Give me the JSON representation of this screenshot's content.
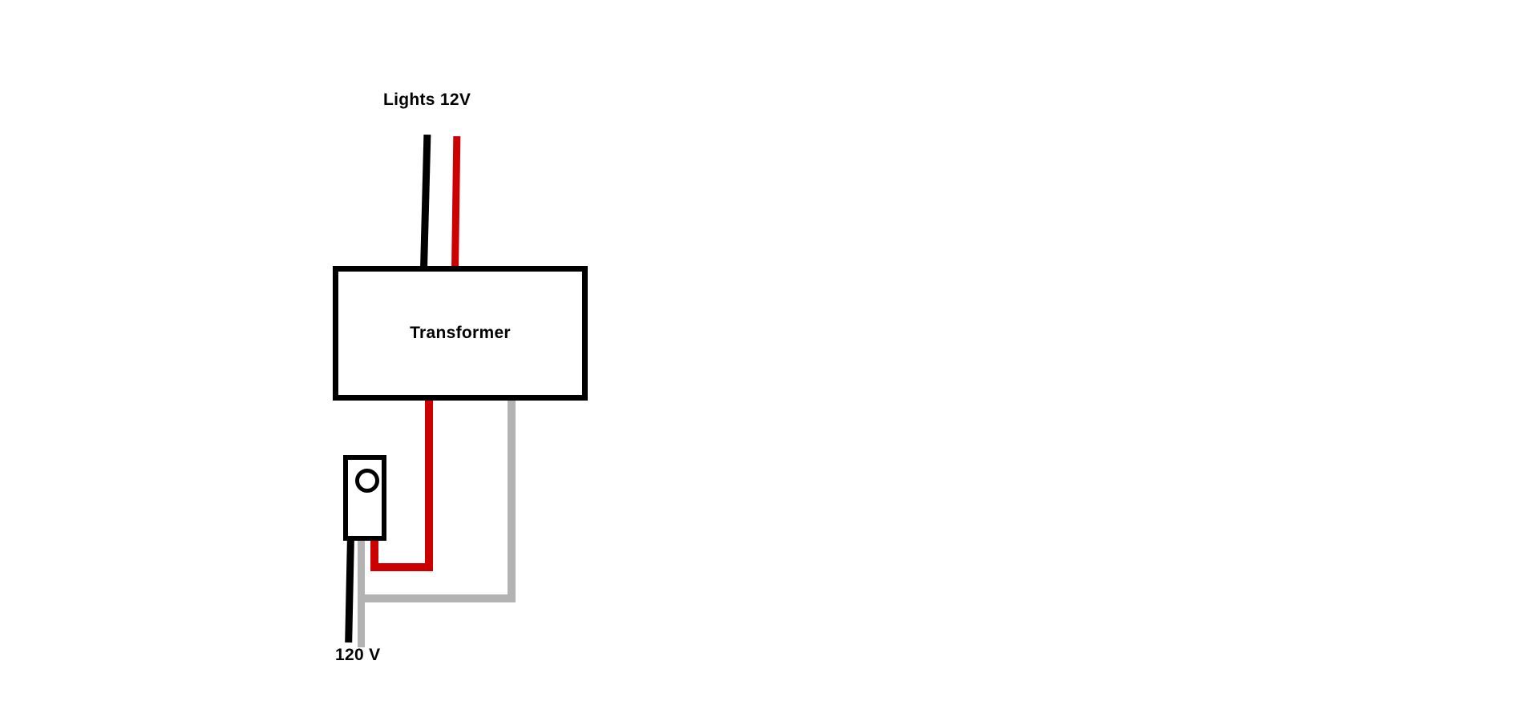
{
  "diagram": {
    "lights_label": "Lights 12V",
    "transformer_label": "Transformer",
    "source_label": "120 V"
  },
  "colors": {
    "wire_black": "#000000",
    "wire_red": "#cc0000",
    "wire_gray": "#b3b3b3",
    "background": "#ffffff",
    "text": "#000000"
  }
}
